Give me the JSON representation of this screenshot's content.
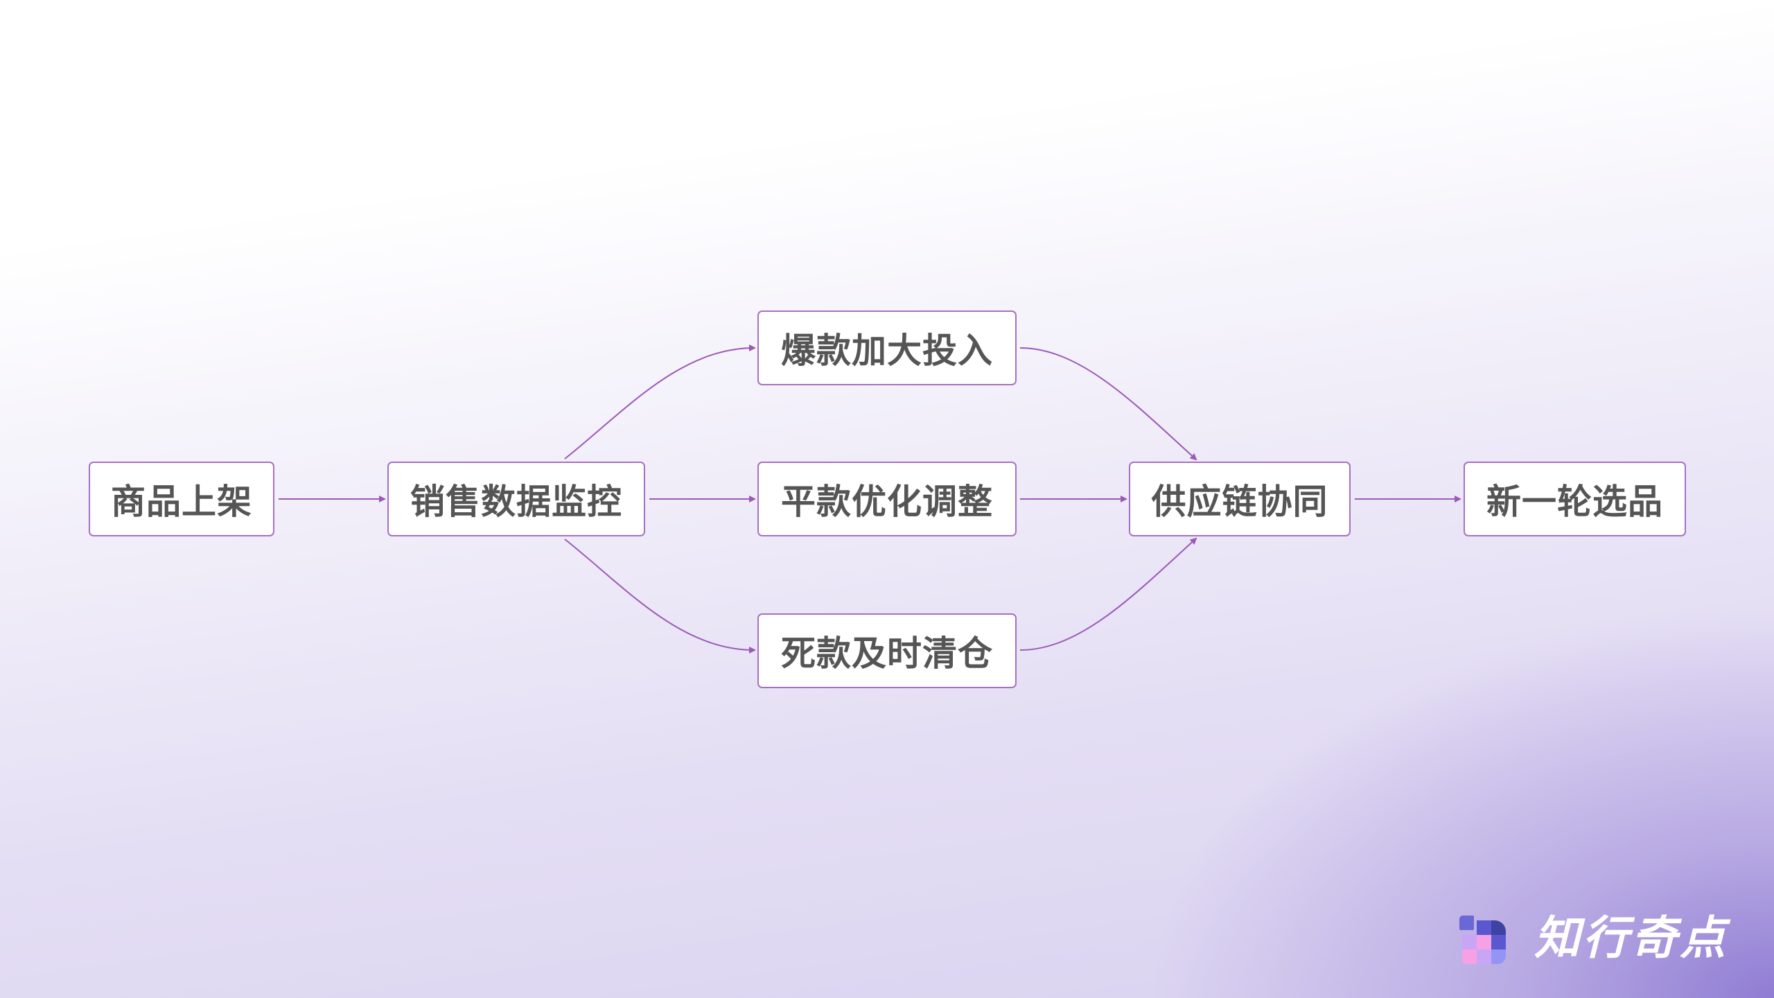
{
  "diagram": {
    "type": "flowchart",
    "nodes": [
      {
        "id": "n1",
        "label": "商品上架"
      },
      {
        "id": "n2",
        "label": "销售数据监控"
      },
      {
        "id": "n3",
        "label": "爆款加大投入"
      },
      {
        "id": "n4",
        "label": "平款优化调整"
      },
      {
        "id": "n5",
        "label": "死款及时清仓"
      },
      {
        "id": "n6",
        "label": "供应链协同"
      },
      {
        "id": "n7",
        "label": "新一轮选品"
      }
    ],
    "edges": [
      {
        "from": "n1",
        "to": "n2"
      },
      {
        "from": "n2",
        "to": "n3"
      },
      {
        "from": "n2",
        "to": "n4"
      },
      {
        "from": "n2",
        "to": "n5"
      },
      {
        "from": "n3",
        "to": "n6"
      },
      {
        "from": "n4",
        "to": "n6"
      },
      {
        "from": "n5",
        "to": "n6"
      },
      {
        "from": "n6",
        "to": "n7"
      }
    ]
  },
  "brand": {
    "name": "知行奇点",
    "icon": "pixel-grid-logo-icon"
  },
  "colors": {
    "edge": "#9b59b6",
    "node_border": "#a670c2",
    "node_text": "#555555",
    "background_top": "#ffffff",
    "background_bottom_right": "#9585d4"
  }
}
